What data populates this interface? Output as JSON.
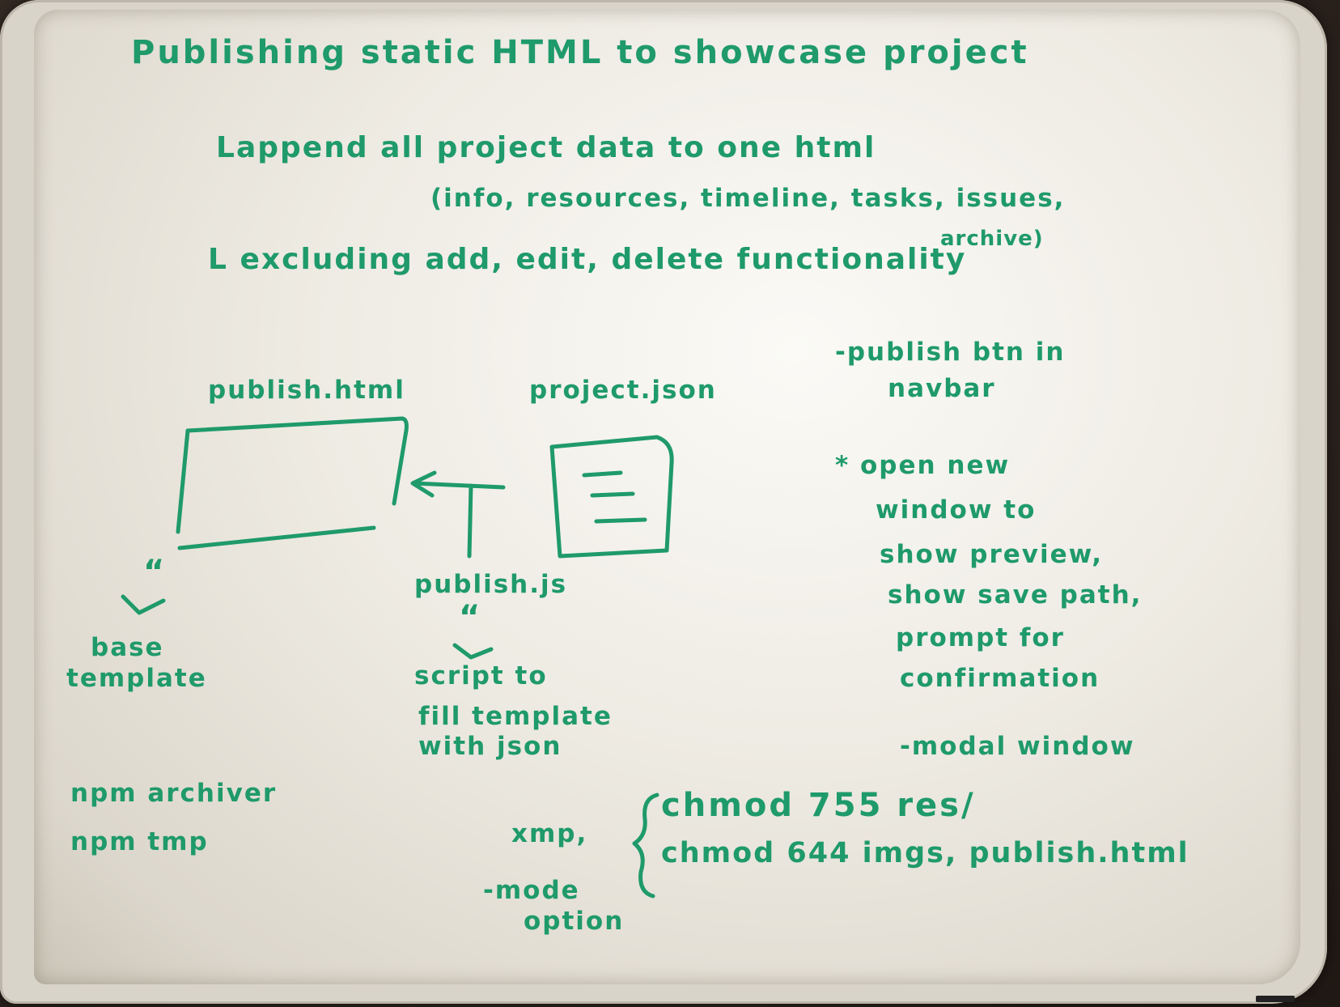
{
  "board": {
    "title": "Publishing static HTML to showcase project",
    "append_line": "Lappend all project data to one html",
    "append_detail": "(info, resources, timeline, tasks, issues,",
    "append_detail_end": "archive)",
    "excluding_line": "L excluding add, edit, delete functionality",
    "publish_html_label": "publish.html",
    "project_json_label": "project.json",
    "publish_js_label": "publish.js",
    "base_arrow": "“",
    "base_label_1": "base",
    "base_label_2": "template",
    "js_arrow": "“",
    "script_label_1": "script to",
    "script_label_2": "fill template",
    "script_label_3": "with json",
    "navbar_note_1": "-publish btn in",
    "navbar_note_2": "navbar",
    "star_note_1": "* open new",
    "star_note_2": "window to",
    "star_note_3": "show preview,",
    "star_note_4": "show save path,",
    "star_note_5": "prompt for",
    "star_note_6": "confirmation",
    "modal_note": "-modal window",
    "npm_1": "npm archiver",
    "npm_2": "npm tmp",
    "xmp_label": "xmp,",
    "mode_label": "-mode",
    "option_label": "option",
    "chmod_1": "chmod 755 res/",
    "chmod_2": "chmod 644 imgs, publish.html"
  },
  "colors": {
    "marker": "#1f9a6a",
    "board": "#f4f2ec",
    "frame": "#d9d4ca"
  }
}
